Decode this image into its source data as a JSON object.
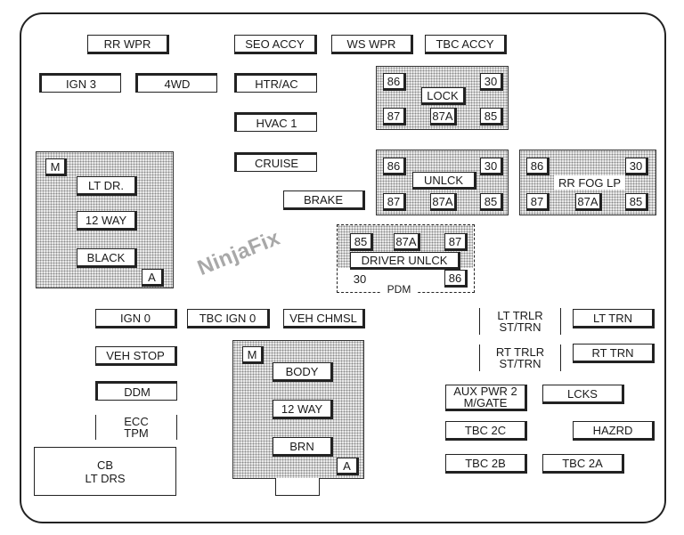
{
  "fuses": {
    "rr_wpr": "RR WPR",
    "seo_accy": "SEO ACCY",
    "ws_wpr": "WS WPR",
    "tbc_accy": "TBC ACCY",
    "ign3": "IGN 3",
    "fwd": "4WD",
    "htr_ac": "HTR/AC",
    "hvac1": "HVAC 1",
    "cruise": "CRUISE",
    "brake": "BRAKE",
    "ign0": "IGN 0",
    "tbc_ign0": "TBC IGN 0",
    "veh_chmsl": "VEH CHMSL",
    "veh_stop": "VEH STOP",
    "ddm": "DDM",
    "ecc_l1": "ECC",
    "ecc_l2": "TPM",
    "lt_trlr_l1": "LT TRLR",
    "lt_trlr_l2": "ST/TRN",
    "lt_trn": "LT TRN",
    "rt_trlr_l1": "RT TRLR",
    "rt_trlr_l2": "ST/TRN",
    "rt_trn": "RT TRN",
    "aux_l1": "AUX PWR 2",
    "aux_l2": "M/GATE",
    "lcks": "LCKS",
    "tbc2c": "TBC 2C",
    "hazrd": "HAZRD",
    "tbc2b": "TBC 2B",
    "tbc2a": "TBC 2A",
    "cb_l1": "CB",
    "cb_l2": "LT DRS"
  },
  "connectors": {
    "left": {
      "m": "M",
      "l1": "LT DR.",
      "l2": "12 WAY",
      "l3": "BLACK",
      "a": "A"
    },
    "center": {
      "m": "M",
      "l1": "BODY",
      "l2": "12 WAY",
      "l3": "BRN",
      "a": "A"
    }
  },
  "relays": {
    "lock": {
      "name": "LOCK",
      "p86": "86",
      "p30": "30",
      "p87": "87",
      "p87a": "87A",
      "p85": "85"
    },
    "unlock": {
      "name": "UNLCK",
      "p86": "86",
      "p30": "30",
      "p87": "87",
      "p87a": "87A",
      "p85": "85"
    },
    "fog": {
      "name": "RR FOG LP",
      "p86": "86",
      "p30": "30",
      "p87": "87",
      "p87a": "87A",
      "p85": "85"
    },
    "driver": {
      "name": "DRIVER UNLCK",
      "p85": "85",
      "p87a": "87A",
      "p87": "87",
      "p30": "30",
      "p86": "86",
      "module": "PDM"
    }
  },
  "watermark": "NinjaFix"
}
